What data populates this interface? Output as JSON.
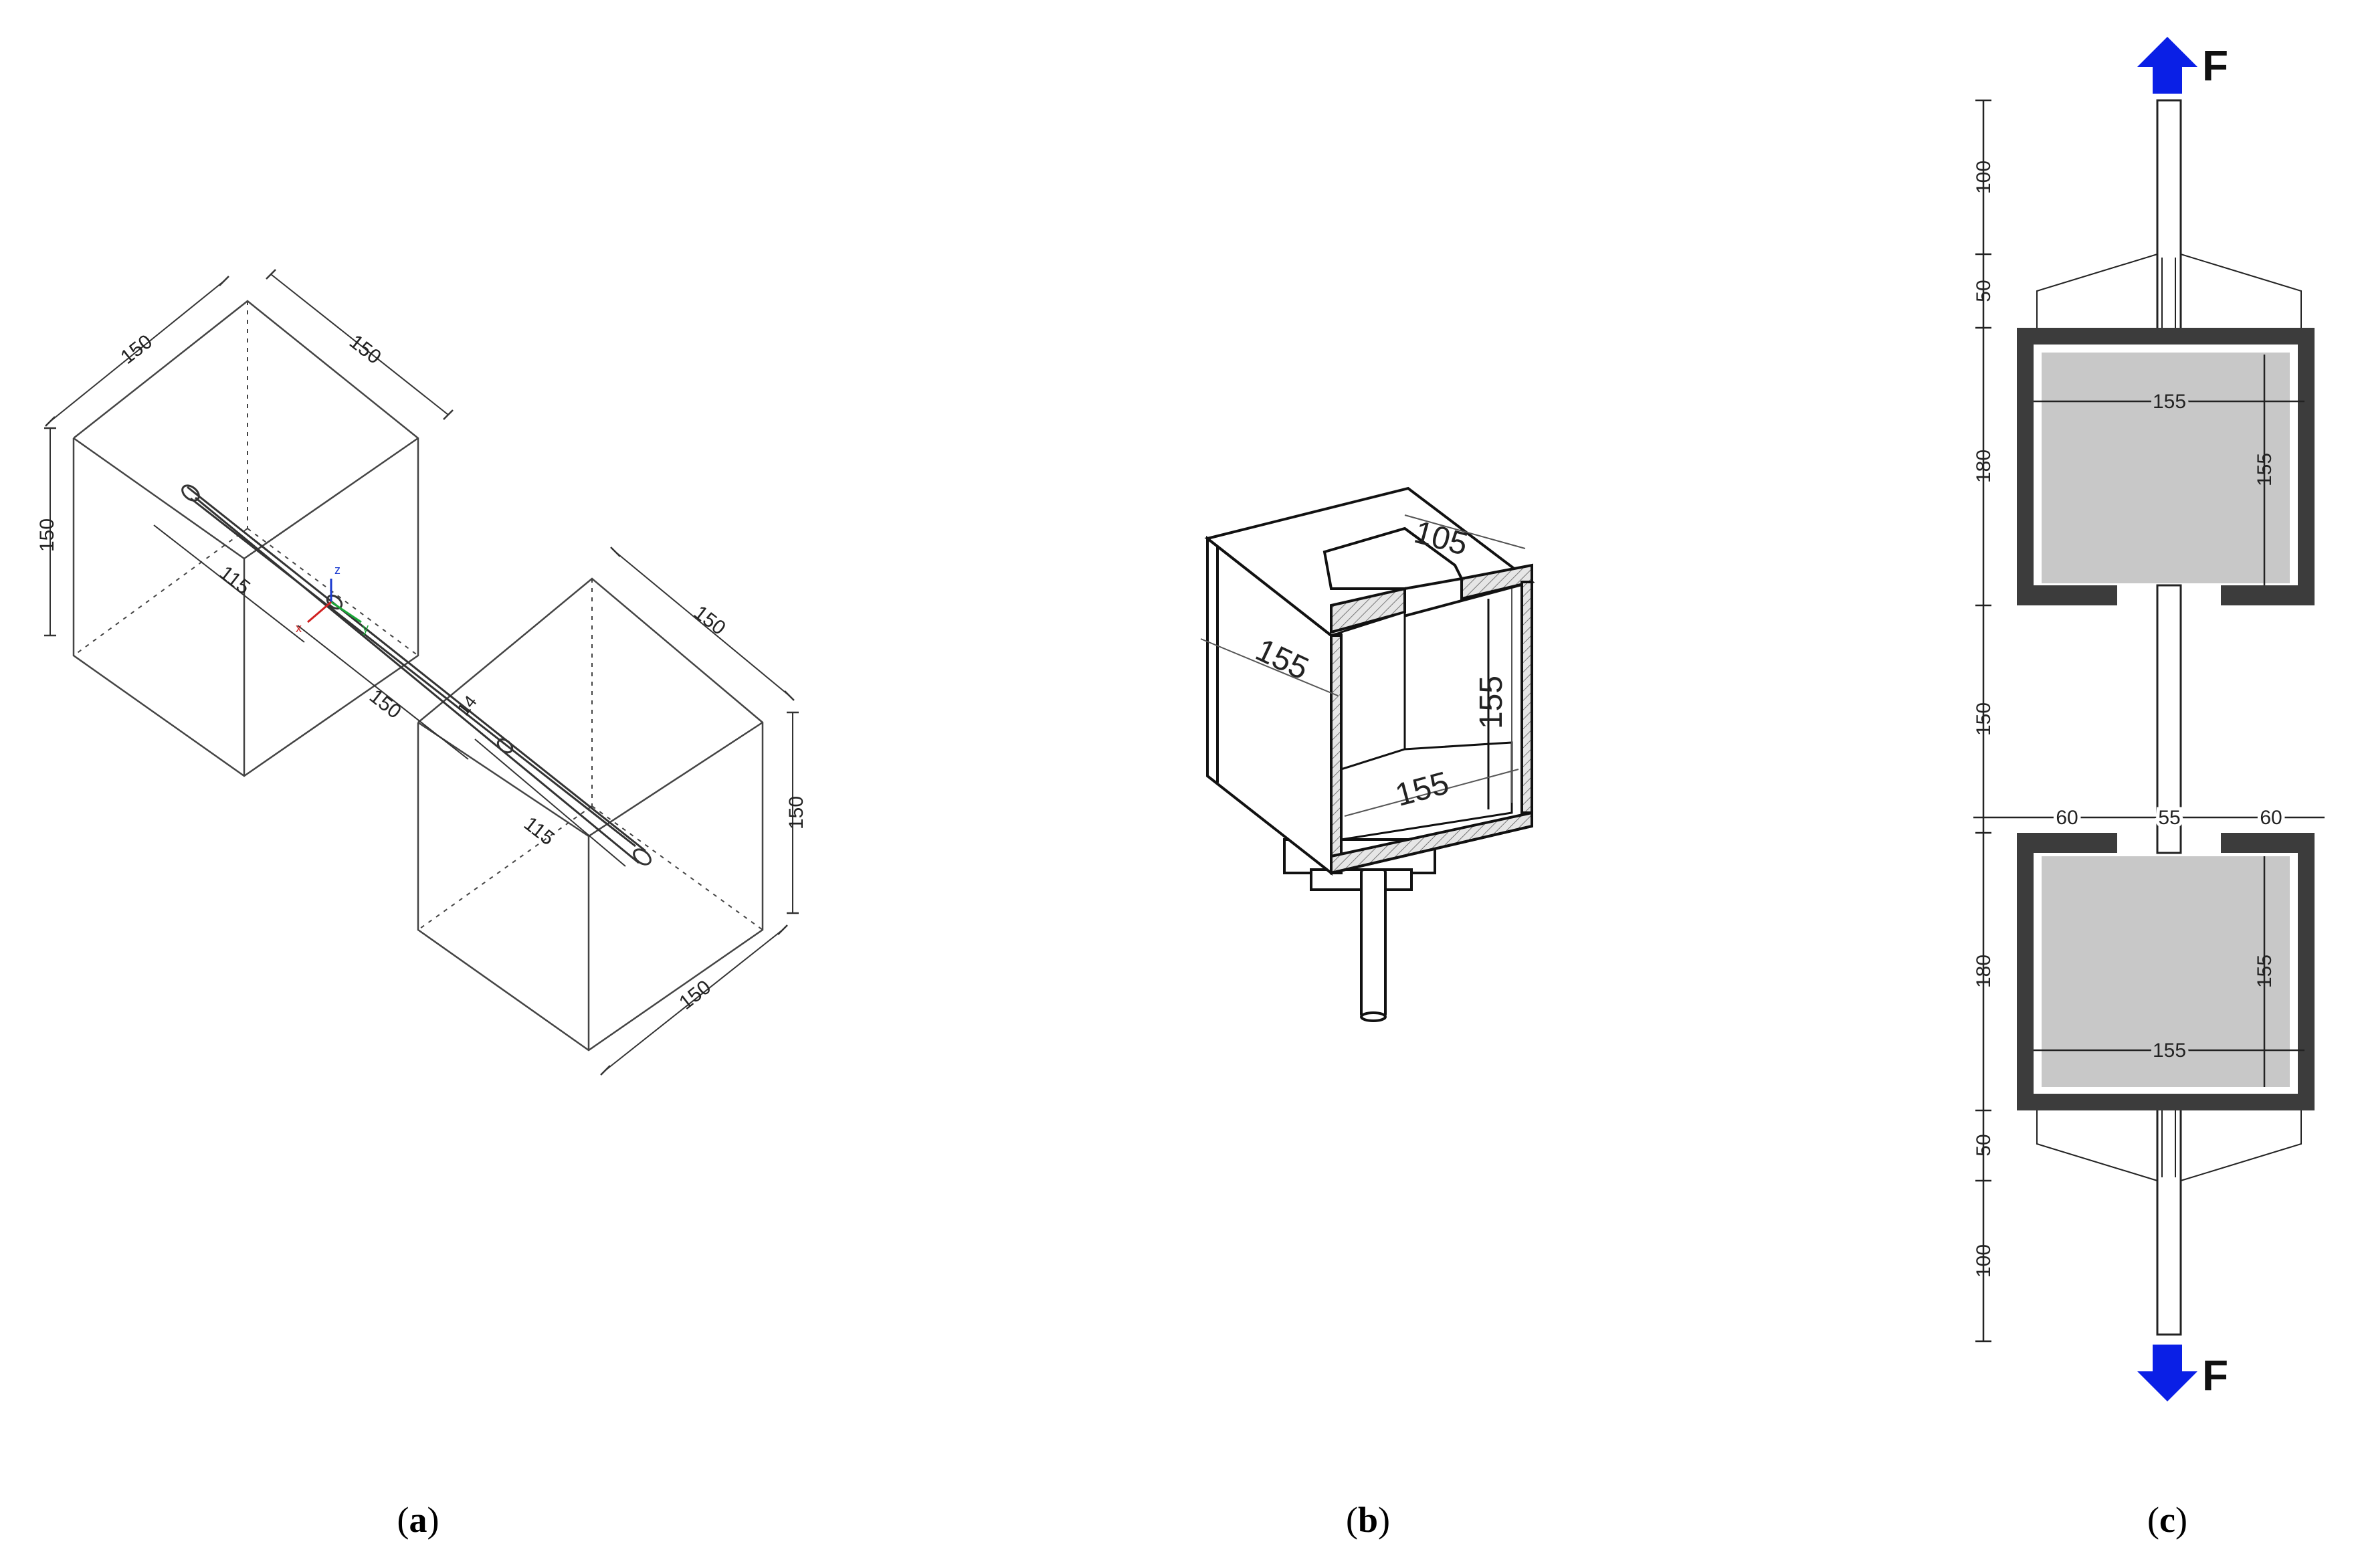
{
  "panels": [
    {
      "id": "a",
      "caption": "a"
    },
    {
      "id": "b",
      "caption": "b"
    },
    {
      "id": "c",
      "caption": "c"
    }
  ],
  "panel_a": {
    "dims": {
      "c1_depth": "150",
      "c1_width": "150",
      "c1_height": "150",
      "bar_anchor_1": "115",
      "gap": "150",
      "bar_dia": "14",
      "bar_anchor_2": "115",
      "c2_depth": "150",
      "c2_height": "150",
      "c2_width": "150"
    },
    "axes": {
      "z": "z",
      "y": "y",
      "x": "x"
    }
  },
  "panel_b": {
    "dims": {
      "opening": "105",
      "side": "155",
      "height": "155",
      "bottom": "155"
    }
  },
  "panel_c": {
    "force_top": "F",
    "force_bottom": "F",
    "colors": {
      "arrow": "#0a1fe6",
      "mold": "#3c3c3c",
      "concrete": "#c8c8c8"
    },
    "vertical_dims": [
      "100",
      "50",
      "180",
      "150",
      "180",
      "50",
      "100"
    ],
    "upper_block": {
      "width": "155",
      "height": "155"
    },
    "lower_block": {
      "width": "155",
      "height": "155"
    },
    "gap_dims": [
      "60",
      "55",
      "60"
    ]
  }
}
